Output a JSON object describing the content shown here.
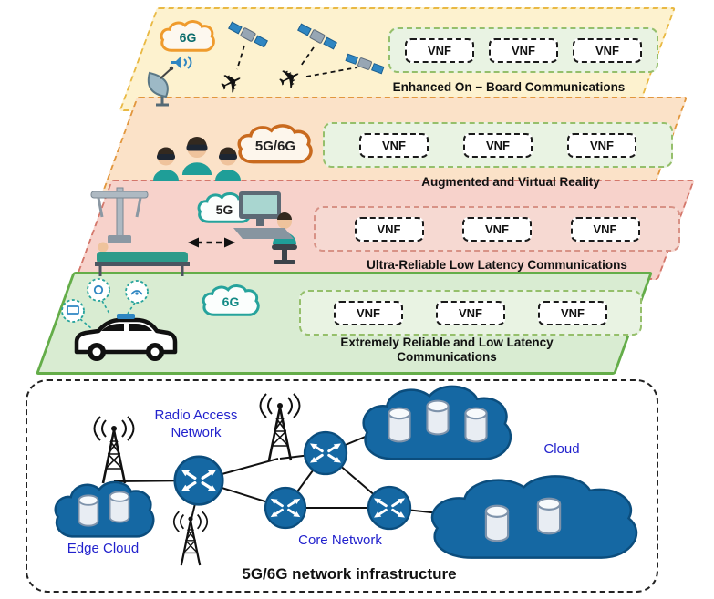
{
  "layers": [
    {
      "cloud_label": "6G",
      "title": "Enhanced On − Board Communications",
      "vnf": [
        "VNF",
        "VNF",
        "VNF"
      ]
    },
    {
      "cloud_label": "5G/6G",
      "title": "Augmented and Virtual Reality",
      "vnf": [
        "VNF",
        "VNF",
        "VNF"
      ]
    },
    {
      "cloud_label": "5G",
      "title": "Ultra-Reliable Low Latency Communications",
      "vnf": [
        "VNF",
        "VNF",
        "VNF"
      ]
    },
    {
      "cloud_label": "6G",
      "title": "Extremely Reliable and Low Latency Communications",
      "vnf": [
        "VNF",
        "VNF",
        "VNF"
      ]
    }
  ],
  "infrastructure": {
    "title": "5G/6G network infrastructure",
    "radio_access_network": "Radio Access Network",
    "edge_cloud": "Edge Cloud",
    "core_network": "Core Network",
    "cloud": "Cloud"
  },
  "icons": {
    "airplane": "✈"
  },
  "colors": {
    "layer1_fill": "#fdf2cf",
    "layer1_border": "#e9b944",
    "layer2_fill": "#fbe2c8",
    "layer2_border": "#e2973e",
    "layer3_fill": "#f7d2cb",
    "layer3_border": "#d4776b",
    "layer4_fill": "#d9ecd2",
    "layer4_border": "#64ad49",
    "vnf_green_fill": "#e9f3e3",
    "vnf_green_border": "#95bf6b",
    "vnf_pink_fill": "#f6d9d2",
    "vnf_pink_border": "#d89286",
    "teal": "#26a39c",
    "orange": "#ef9b2d",
    "dark_orange": "#c96a1e",
    "infra_blue": "#1568a3",
    "label_blue": "#2222cd",
    "ink": "#111111"
  }
}
